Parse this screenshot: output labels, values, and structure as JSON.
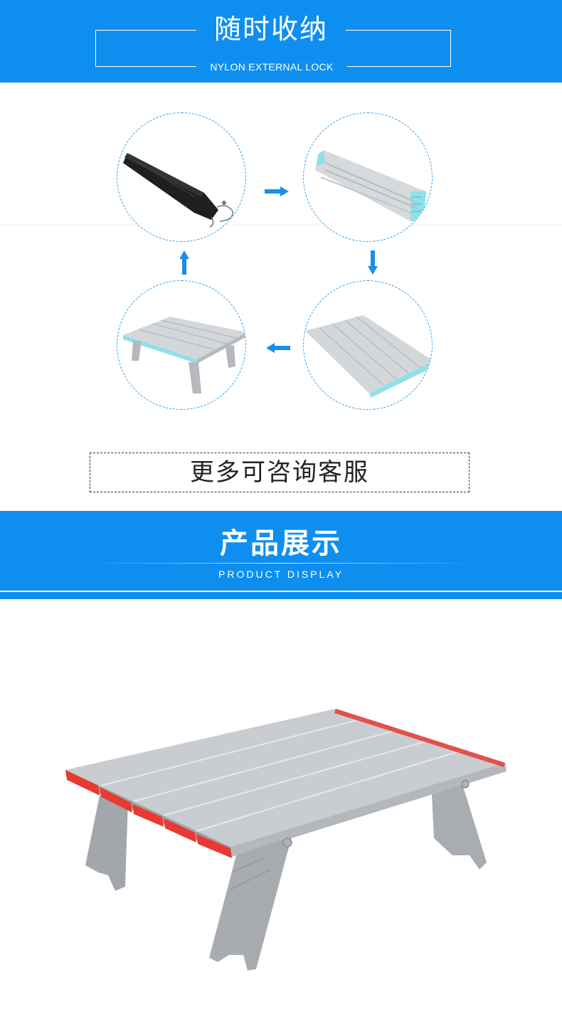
{
  "section1": {
    "title": "随时收纳",
    "subtitle": "NYLON EXTERNAL LOCK"
  },
  "process": {
    "steps": [
      "storage-bag",
      "rolled-panels",
      "unrolled-tabletop",
      "assembled-table"
    ],
    "consult_text": "更多可咨询客服"
  },
  "section2": {
    "title": "产品展示",
    "subtitle": "PRODUCT DISPLAY"
  },
  "colors": {
    "brand_blue": "#0e8ff0",
    "accent_red": "#e83a32",
    "aluminum": "#c9ccd0",
    "edge_cyan": "#7fd8e0"
  }
}
